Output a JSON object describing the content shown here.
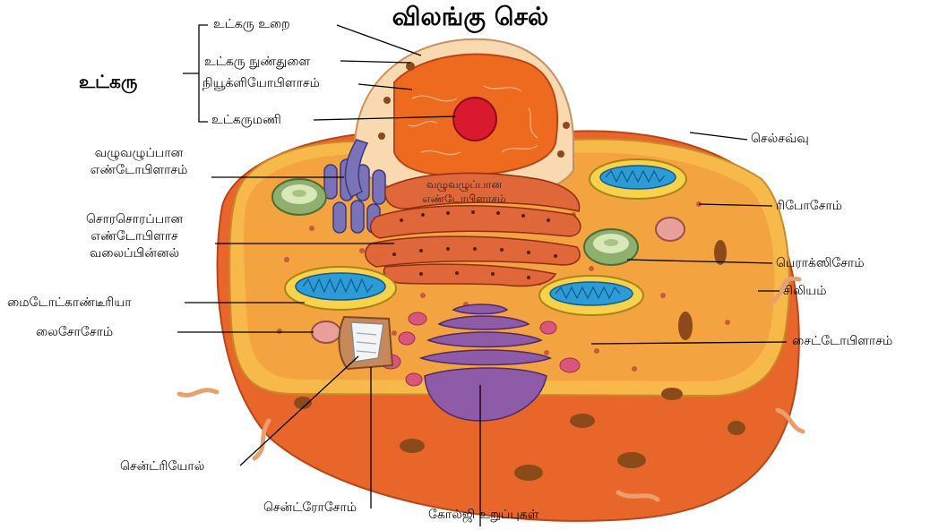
{
  "title": "விலங்கு செல்",
  "nucleus_group": "உட்கரு",
  "labels": {
    "nuclear_membrane": "உட்கரு உறை",
    "nuclear_pore": "உட்கரு நுண்துளை",
    "nucleoplasm": "நியூக்ளியோபிளாசம்",
    "nucleolus": "உட்கருமணி",
    "smooth_er_line1": "வழுவழுப்பான",
    "smooth_er_line2": "எண்டோபிளாசம்",
    "smooth_er_inner_line1": "வழுவழுப்பான",
    "smooth_er_inner_line2": "எண்டோபிளாசம்",
    "rough_er_line1": "சொரசொரப்பான",
    "rough_er_line2": "எண்டோபிளாச",
    "rough_er_line3": "வலைப்பின்னல்",
    "mitochondria": "மைடோட்காண்டீரியா",
    "lysosome": "லைசோசோம்",
    "centriole": "சென்ட்ரியோல்",
    "centrosome": "சென்ட்ரோசோம்",
    "golgi": "கோல்ஜி உறுப்புகள்",
    "cytoplasm": "சைட்டோபிளாசம்",
    "cilium": "சிலியம்",
    "peroxisome": "பெராக்ஸிசோம்",
    "ribosome": "ரிபோசோம்",
    "cell_membrane": "செல்சவ்வு"
  },
  "colors": {
    "outer_shell": "#E8662A",
    "membrane_rim": "#F6B94A",
    "cytoplasm": "#F4A341",
    "nucleus_envelope": "#F9D9B0",
    "nucleoplasm": "#EE6A1E",
    "nucleolus": "#D8192E",
    "er": "#E0673A",
    "smooth_er": "#7A73B8",
    "golgi": "#8E5BA8",
    "mitochondria_outer": "#F7D24A",
    "mitochondria_inner": "#2D9BD6",
    "peroxisome": "#8EAF6E",
    "lysosome": "#E9A09A",
    "leader": "#000000"
  }
}
